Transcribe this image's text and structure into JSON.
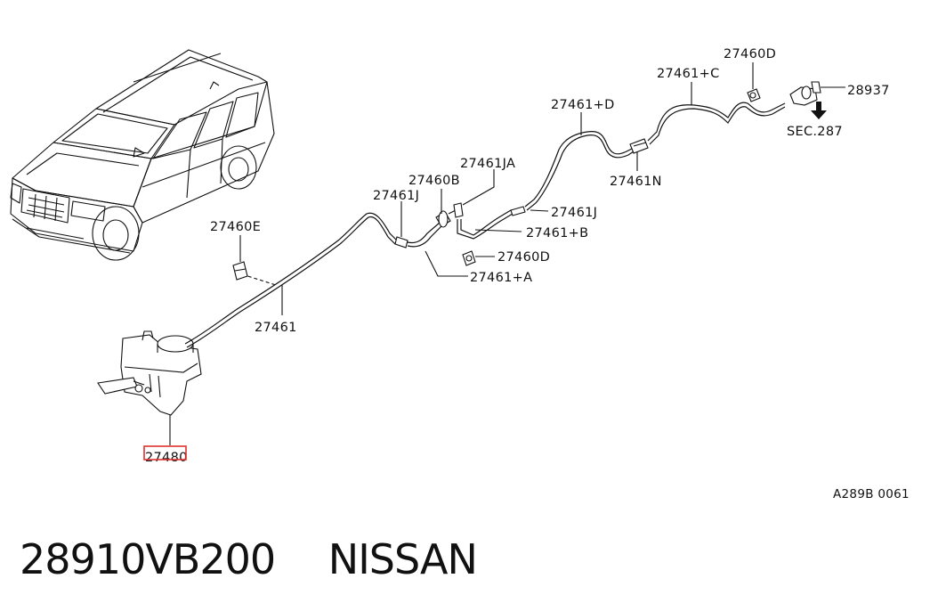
{
  "callouts": {
    "tank": "27480",
    "hose_main": "27461",
    "clip_e": "27460E",
    "joint_j_left": "27461J",
    "check_valve_b": "27460B",
    "joint_ja": "27461JA",
    "joint_j_right": "27461J",
    "hose_b": "27461+B",
    "clip_d_lower": "27460D",
    "hose_a": "27461+A",
    "hose_d": "27461+D",
    "connector_n": "27461N",
    "hose_c": "27461+C",
    "clip_d_upper": "27460D",
    "nozzle": "28937",
    "section_ref": "SEC.287"
  },
  "figure_code": "A289B 0061",
  "caption": {
    "part_number": "28910VB200",
    "brand": "NISSAN"
  },
  "highlight_color": "#e0312d"
}
